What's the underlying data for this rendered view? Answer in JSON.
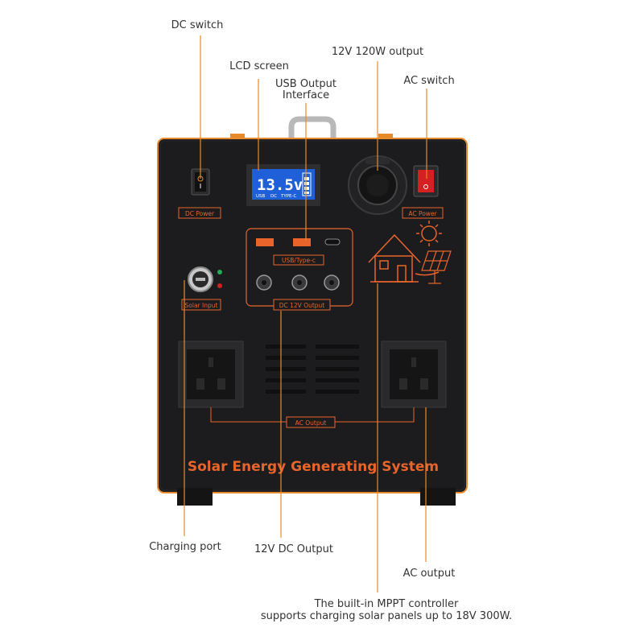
{
  "callouts": {
    "dc_switch": "DC switch",
    "lcd_screen": "LCD screen",
    "usb_output_line1": "USB Output",
    "usb_output_line2": "Interface",
    "output_12v_120w": "12V 120W output",
    "ac_switch": "AC switch",
    "charging_port": "Charging port",
    "dc_output_12v": "12V DC Output",
    "ac_output": "AC output",
    "mppt_line1": "The built-in MPPT controller",
    "mppt_line2": "supports charging solar panels up to 18V 300W."
  },
  "panel_labels": {
    "dc_power": "DC Power",
    "ac_power": "AC Power",
    "lcd_reading": "13.5v",
    "lcd_sub_usb": "USB",
    "lcd_sub_dc": "DC",
    "lcd_sub_typec": "TYPE-C",
    "usb_typec": "USB/Type-c",
    "solar_input": "Solar Input",
    "dc_12v_output": "DC 12V Output",
    "ac_output_label": "AC Output",
    "system_title": "Solar Energy Generating System"
  },
  "colors": {
    "body": "#1c1c1e",
    "frame": "#e8892b",
    "label_orange": "#e8642b",
    "lcd": "#1f5fd8",
    "switch_red": "#d42020",
    "leader_line": "#e8892b"
  },
  "icons": [
    "house-solar-icon",
    "sun-icon",
    "solar-panel-icon",
    "ac-socket-icon",
    "dc-jack-icon",
    "usb-a-icon",
    "usb-c-icon",
    "cigarette-socket-icon",
    "handle-icon"
  ]
}
